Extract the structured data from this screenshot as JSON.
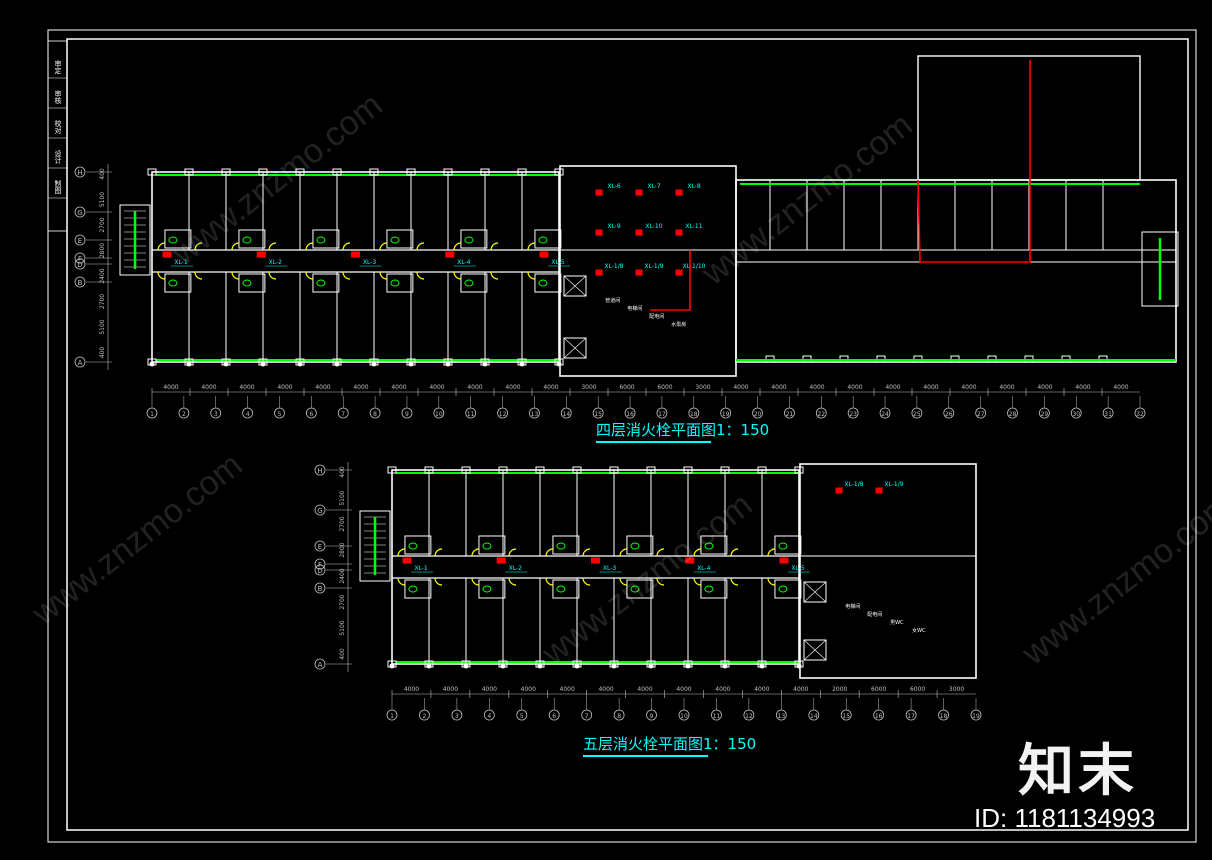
{
  "drawing": {
    "plan4_title": "四层消火栓平面图1：150",
    "plan5_title": "五层消火栓平面图1：150",
    "brand_mark": "知末",
    "image_id": "ID: 1181134993",
    "watermark": "www.znzmo.com",
    "title_block": [
      "审定",
      "审核",
      "校对",
      "设计",
      "制图"
    ]
  },
  "plan4": {
    "axis_rows": [
      "H",
      "G",
      "E",
      "F",
      "D",
      "B",
      "A"
    ],
    "row_dims": [
      "400",
      "5100",
      "2700",
      "2800",
      "2400",
      "2700",
      "5100",
      "400"
    ],
    "bottom_dims": [
      "4000",
      "4000",
      "4000",
      "4000",
      "4000",
      "4000",
      "4000",
      "4000",
      "4000",
      "4000",
      "4000",
      "3000",
      "6000",
      "6000",
      "3000",
      "4000",
      "4000",
      "4000",
      "4000",
      "4000",
      "4000",
      "4000",
      "4000",
      "4000",
      "4000",
      "4000"
    ],
    "bottom_axes": [
      "1",
      "2",
      "3",
      "4",
      "5",
      "6",
      "7",
      "8",
      "9",
      "10",
      "11",
      "12",
      "13",
      "14",
      "15",
      "16",
      "17",
      "18",
      "19",
      "20",
      "21",
      "22",
      "23",
      "24",
      "25",
      "26",
      "27",
      "28",
      "29",
      "30",
      "31",
      "32"
    ],
    "hydrants": [
      "XL-1",
      "XL-2",
      "XL-3",
      "XL-4",
      "XL-5",
      "XL-6",
      "XL-7",
      "XL-8",
      "XL-9",
      "XL-10",
      "XL-11",
      "XL-1/8",
      "XL-1/9",
      "XL-1/10"
    ],
    "rooms": [
      "管道间",
      "电梯间",
      "配电间",
      "水泵房"
    ]
  },
  "plan5": {
    "axis_rows": [
      "H",
      "G",
      "E",
      "F",
      "D",
      "B",
      "A"
    ],
    "row_dims": [
      "400",
      "5100",
      "2700",
      "2800",
      "2400",
      "2700",
      "5100",
      "400"
    ],
    "bottom_dims": [
      "4000",
      "4000",
      "4000",
      "4000",
      "4000",
      "4000",
      "4000",
      "4000",
      "4000",
      "4000",
      "4000",
      "2000",
      "6000",
      "6000",
      "3000"
    ],
    "bottom_axes": [
      "1",
      "2",
      "3",
      "4",
      "5",
      "6",
      "7",
      "8",
      "9",
      "10",
      "11",
      "12",
      "13",
      "14",
      "15",
      "16",
      "17",
      "18",
      "19"
    ],
    "hydrants": [
      "XL-1",
      "XL-2",
      "XL-3",
      "XL-4",
      "XL-5",
      "XL-1/8",
      "XL-1/9"
    ],
    "rooms": [
      "电梯间",
      "配电间",
      "男WC",
      "女WC"
    ]
  },
  "colors": {
    "wall": "#ffffff",
    "column": "#ffffff",
    "pipe_green": "#00ff00",
    "riser_red": "#ff0000",
    "label_cyan": "#00ffff",
    "door_yellow": "#ffff00",
    "dim_grey": "#bfbfbf"
  }
}
